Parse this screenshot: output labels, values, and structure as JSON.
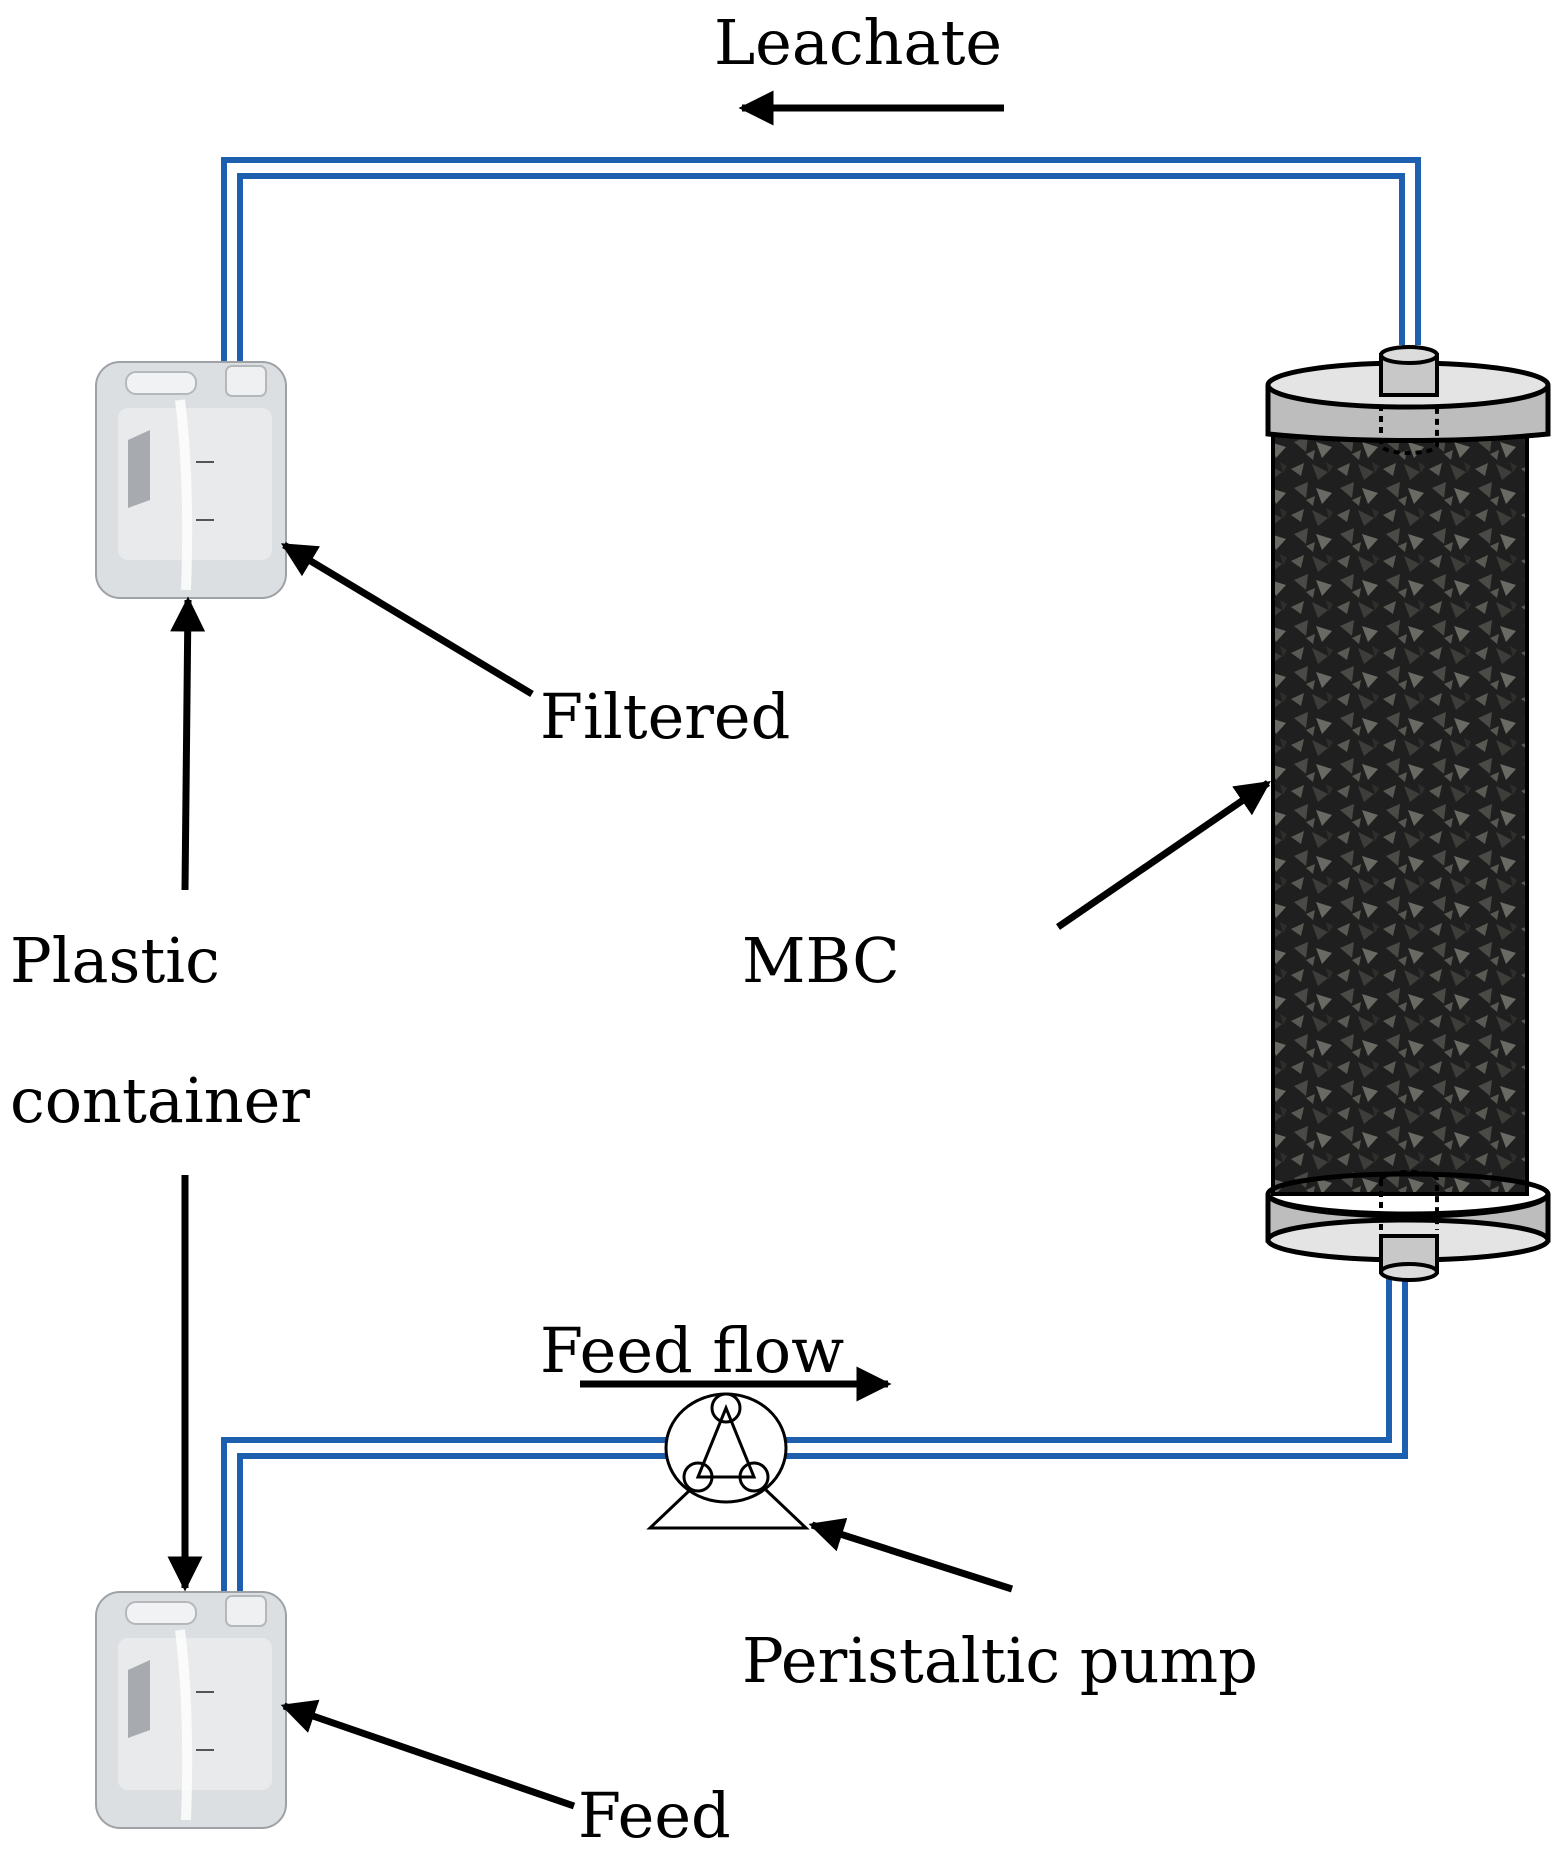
{
  "labels": {
    "leachate": "Leachate",
    "filtered": "Filtered",
    "plastic": "Plastic",
    "container": "container",
    "mbc": "MBC",
    "feed_flow": "Feed flow",
    "peristaltic_pump": "Peristaltic pump",
    "feed": "Feed"
  },
  "colors": {
    "tubing": "#1f5fb0",
    "column_band": "#bdbdbd",
    "media": "#262626",
    "container_body": "#dcdfe2"
  },
  "icons": {
    "filtered_container": "jerrycan-icon",
    "feed_container": "jerrycan-icon",
    "column": "packed-column-icon",
    "pump": "peristaltic-pump-icon"
  }
}
